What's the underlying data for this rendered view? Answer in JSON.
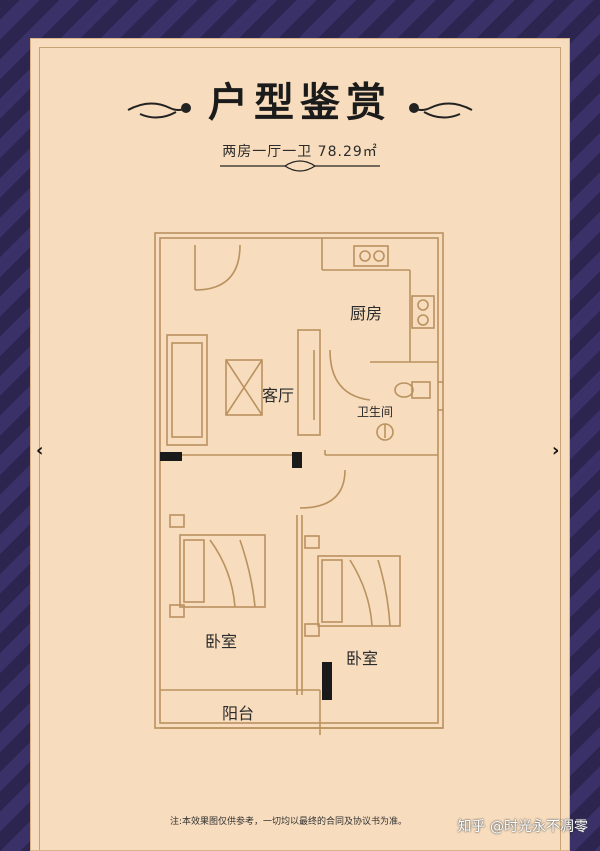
{
  "title": "户型鉴赏",
  "subtitle": "两房一厅一卫 78.29㎡",
  "rooms": {
    "kitchen": "厨房",
    "living": "客厅",
    "bathroom": "卫生间",
    "bedroom_left": "卧室",
    "bedroom_right": "卧室",
    "balcony": "阳台"
  },
  "note": "注:本效果图仅供参考，一切均以最终的合同及协议书为准。",
  "watermark": "知乎 @时光永不凋零",
  "icons": [
    "ornament-left-icon",
    "ornament-right-icon",
    "divider-ornament-icon",
    "arrow-left-icon",
    "arrow-right-icon"
  ],
  "colors": {
    "background": "#2a2346",
    "card": "#f7dcbd",
    "line": "#b9925f",
    "wall": "#1a1a1a"
  }
}
